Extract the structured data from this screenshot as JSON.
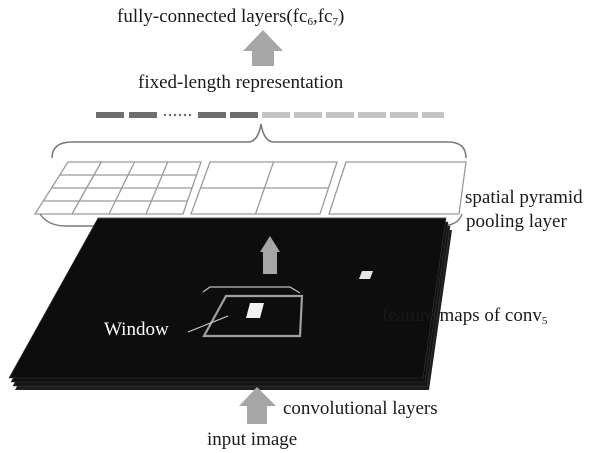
{
  "labels": {
    "fc_prefix": "fully-connected layers(fc",
    "fc_sub1": "6",
    "fc_mid": ",fc",
    "fc_sub2": "7",
    "fc_suffix": ")",
    "fixed_length": "fixed-length representation",
    "spp_line1": "spatial pyramid",
    "spp_line2": "pooling layer",
    "feature_prefix": "feature maps of conv",
    "feature_sub": "5",
    "window": "Window",
    "conv_layers": "convolutional layers",
    "input_image": "input image"
  },
  "colors": {
    "arrow": "#a6a6a6",
    "feature_map": "#0d0d0d",
    "vector_dark": "#6e6e6e",
    "vector_light": "#c4c4c4"
  },
  "pyramid_grids": [
    "4x4",
    "2x2",
    "1x1"
  ]
}
